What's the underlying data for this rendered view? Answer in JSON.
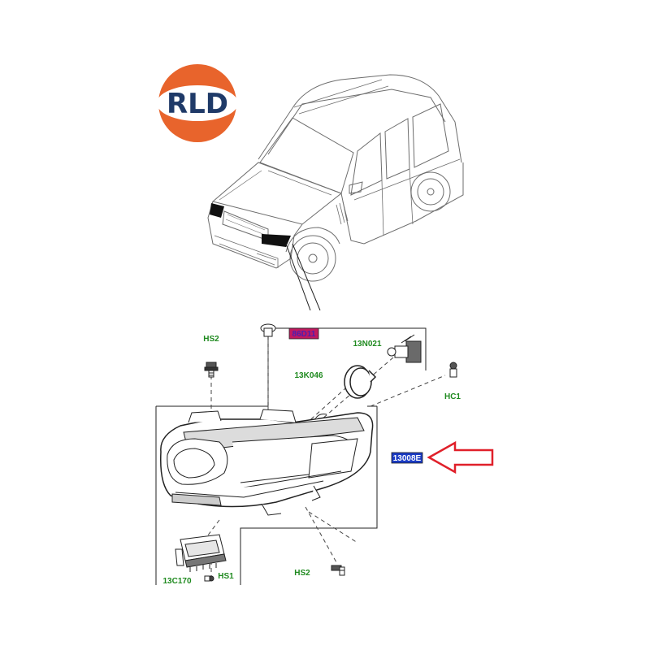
{
  "logo": {
    "text": "RLD",
    "ring_color": "#e8642c",
    "center_color": "#ffffff",
    "text_color": "#1f3a68"
  },
  "colors": {
    "part_label": "#1f8a1f",
    "line": "#333333",
    "highlight_blue": "#1a3bc4",
    "highlight_red": "#c21860",
    "arrow": "#e0202a"
  },
  "callouts": {
    "hs2_top": "HS2",
    "part_86d11": "86D11",
    "part_13n021": "13N021",
    "part_13k046": "13K046",
    "hc1": "HC1",
    "part_13008e": "13008E",
    "part_13c170": "13C170",
    "hs1": "HS1",
    "hs2_bottom": "HS2"
  }
}
